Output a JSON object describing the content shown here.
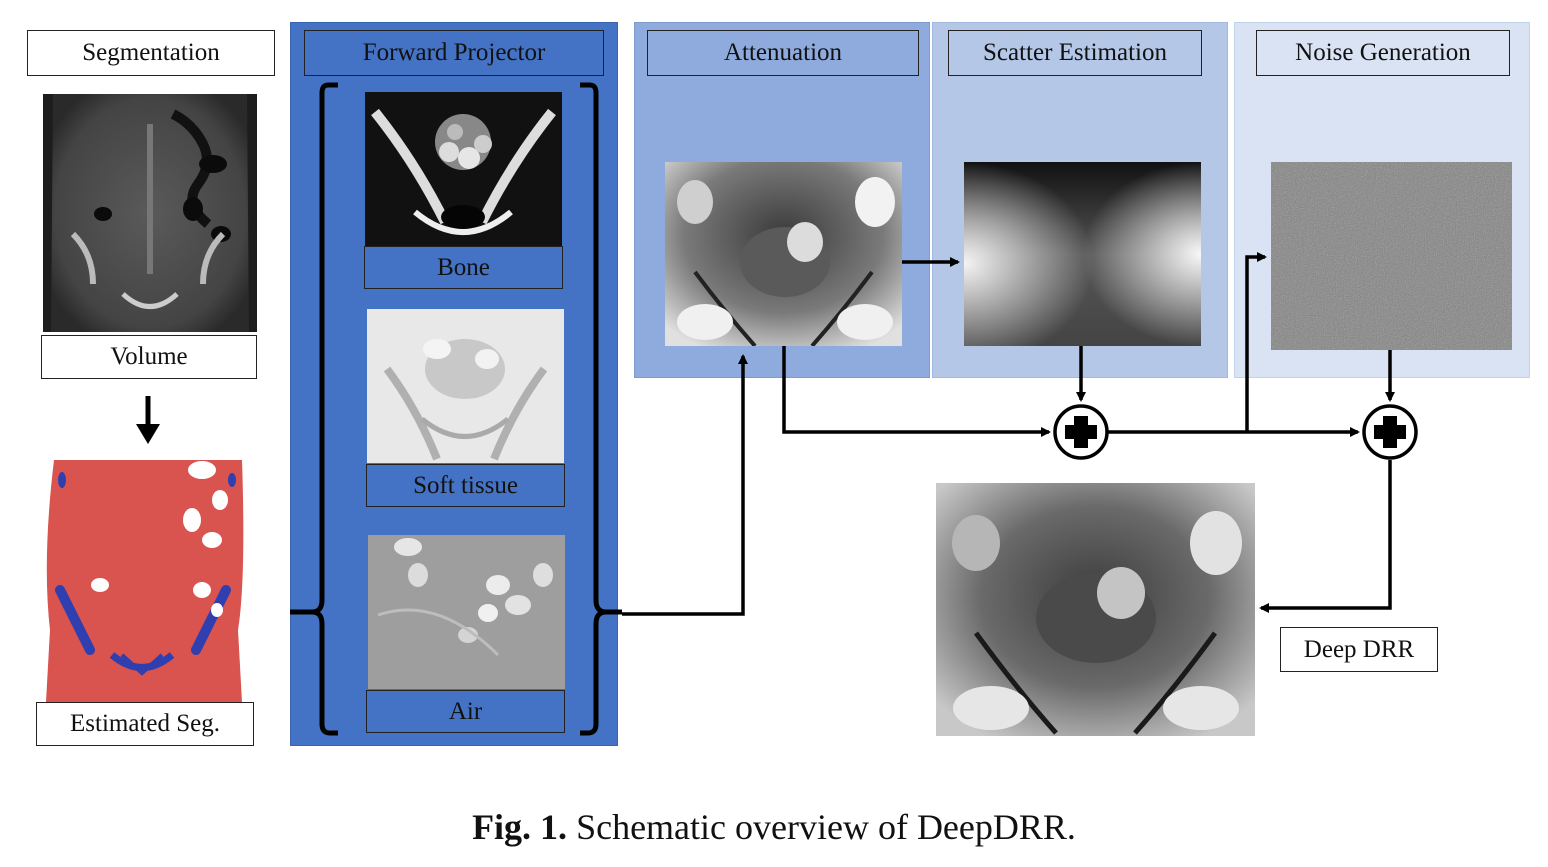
{
  "segmentation": {
    "title": "Segmentation",
    "volume_label": "Volume",
    "estimated_label": "Estimated Seg."
  },
  "forward_projector": {
    "title": "Forward Projector",
    "materials": [
      "Bone",
      "Soft tissue",
      "Air"
    ]
  },
  "stages": {
    "attenuation": "Attenuation",
    "scatter": "Scatter Estimation",
    "noise": "Noise Generation"
  },
  "output_label": "Deep DRR",
  "caption": {
    "prefix": "Fig. 1.",
    "text": "Schematic overview of DeepDRR."
  },
  "colors": {
    "forward_projector_bg": "#4472c4",
    "attenuation_bg": "#8faadc",
    "scatter_bg": "#b4c7e7",
    "noise_bg": "#dae3f3",
    "segmentation_red": "#d9534f",
    "segmentation_blue": "#2f3fb0"
  }
}
